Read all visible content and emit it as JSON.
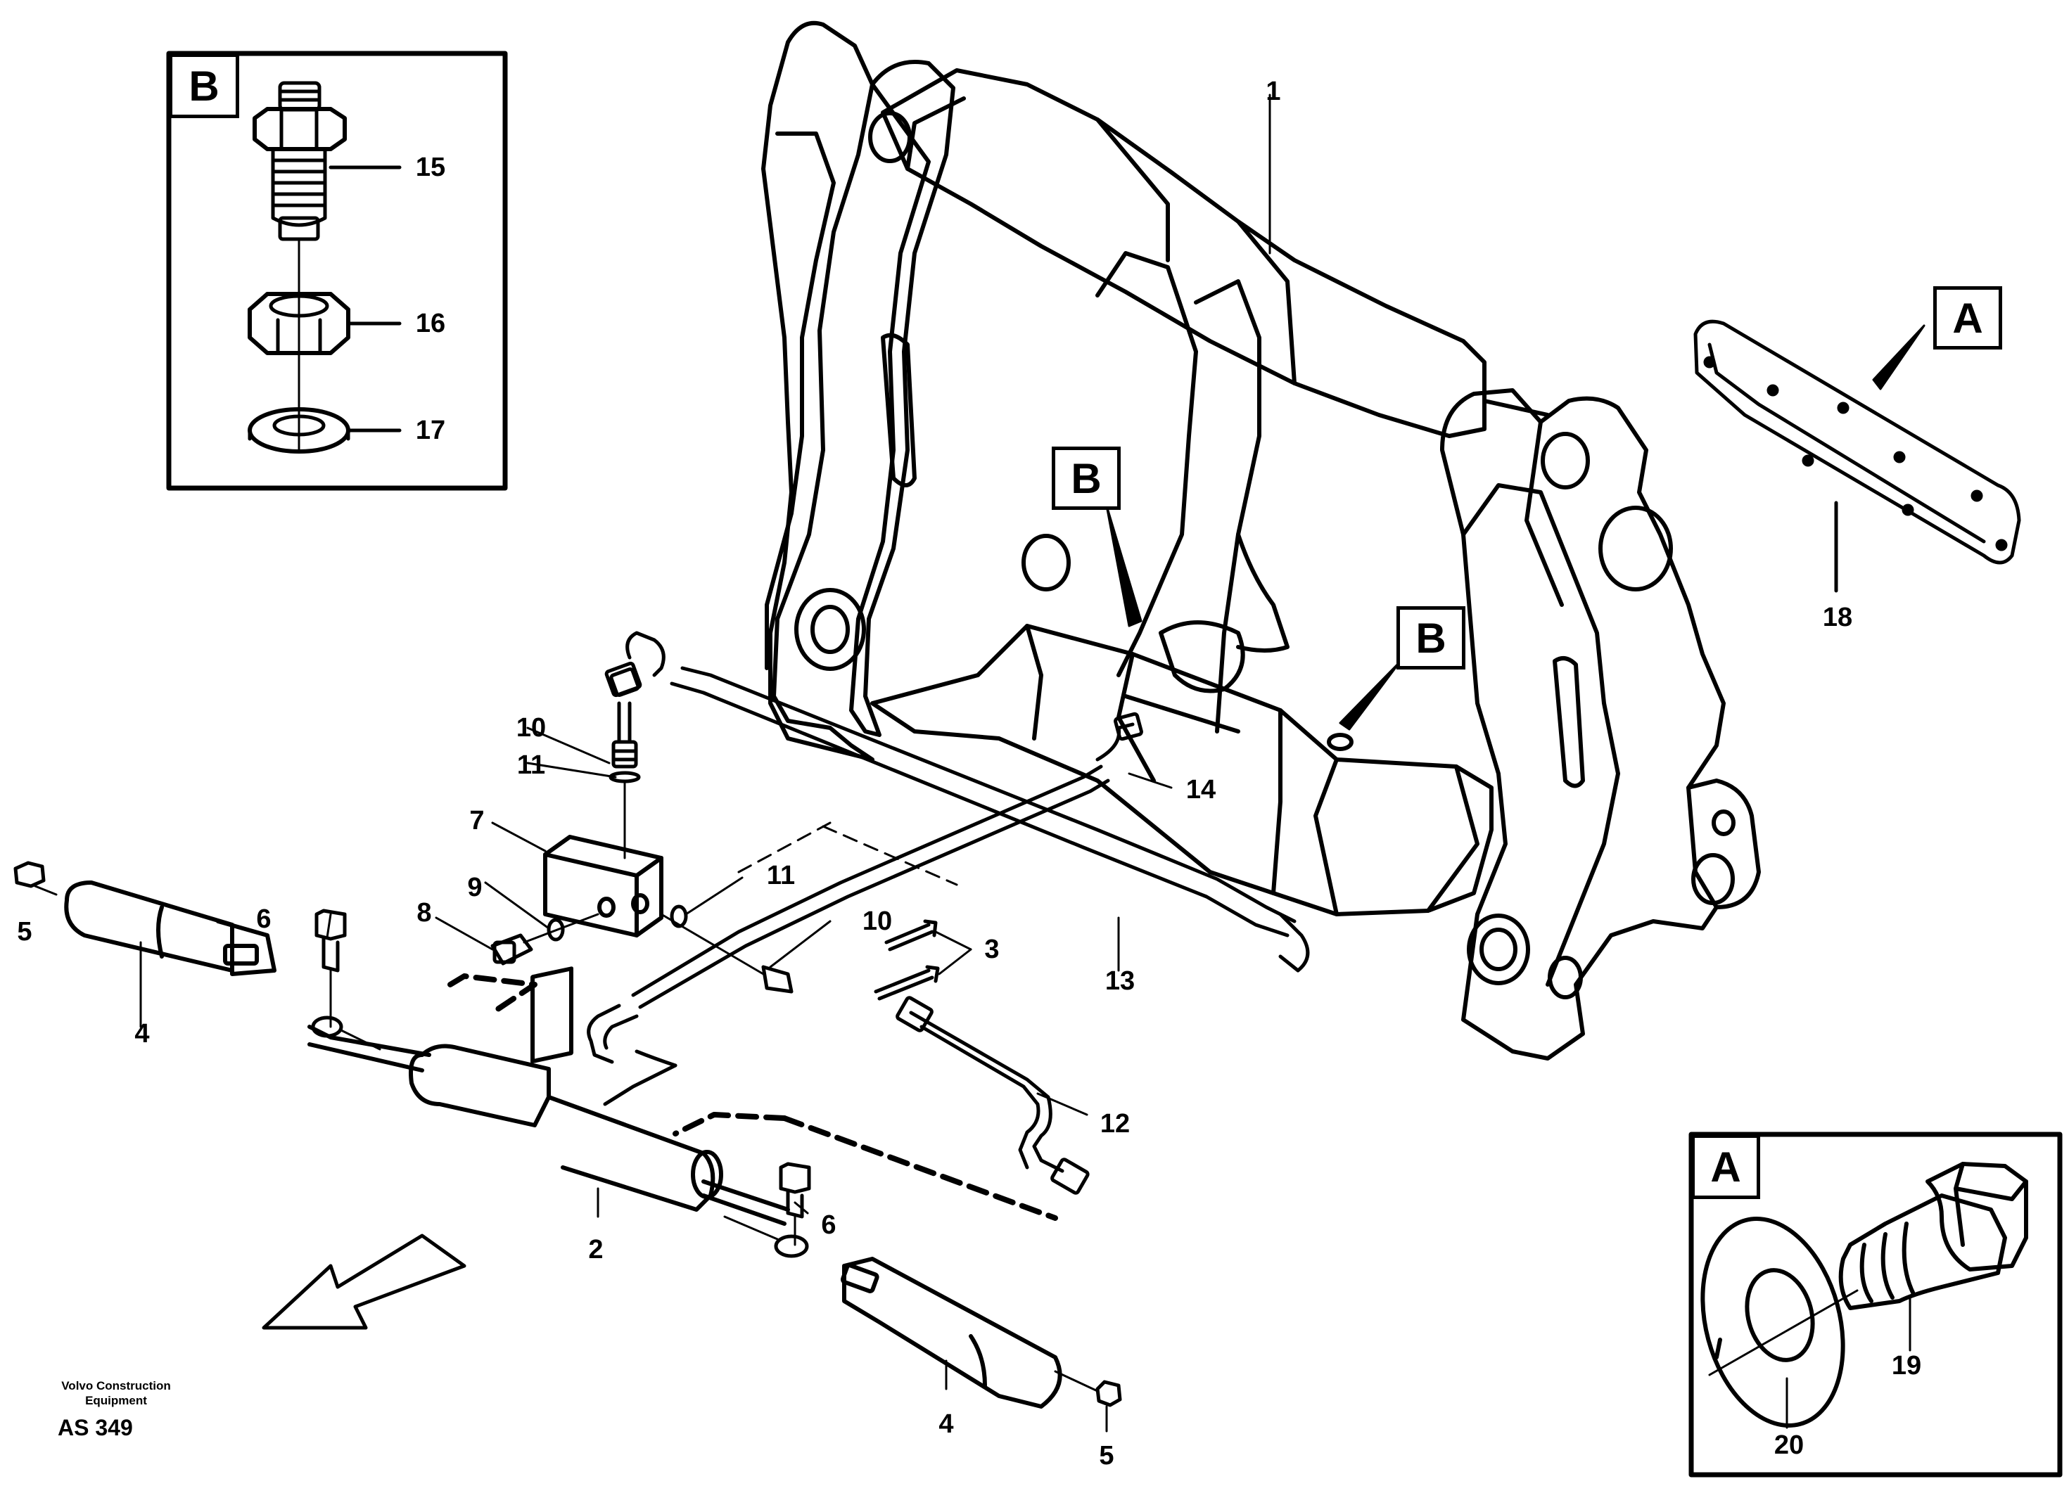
{
  "part_labels": [
    "1",
    "2",
    "3",
    "4",
    "4",
    "5",
    "5",
    "6",
    "6",
    "7",
    "8",
    "9",
    "10",
    "10",
    "11",
    "11",
    "12",
    "13",
    "14",
    "15",
    "16",
    "17",
    "18",
    "19",
    "20"
  ],
  "detail_tags": {
    "a_main": "A",
    "a_inset": "A",
    "b_inset": "B",
    "b_main_1": "B",
    "b_main_2": "B"
  },
  "footer": {
    "company_line1": "Volvo Construction",
    "company_line2": "Equipment",
    "drawing_code": "AS 349"
  }
}
